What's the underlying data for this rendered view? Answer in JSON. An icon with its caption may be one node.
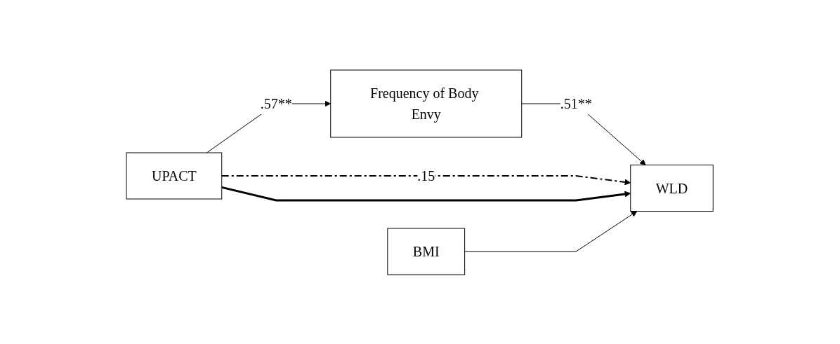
{
  "diagram": {
    "nodes": [
      {
        "text": [
          "Frequency of Body Envy"
        ]
      },
      {
        "text": [
          "UPACT"
        ]
      },
      {
        "text": [
          "WLD"
        ]
      },
      {
        "text": [
          "BMI"
        ]
      }
    ],
    "edges": [
      {
        "from": 1,
        "to": 0,
        "arrow": "to",
        "label": ".57**"
      },
      {
        "from": 0,
        "to": 2,
        "arrow": "to",
        "label": ".51**"
      },
      {
        "from": 1,
        "to": 2,
        "arrow": "to",
        "label": ".15",
        "style": "dashed"
      },
      {
        "from": 1,
        "to": 2,
        "arrow": "to",
        "style": "thick"
      },
      {
        "from": 3,
        "to": 2,
        "arrow": "to"
      }
    ]
  }
}
